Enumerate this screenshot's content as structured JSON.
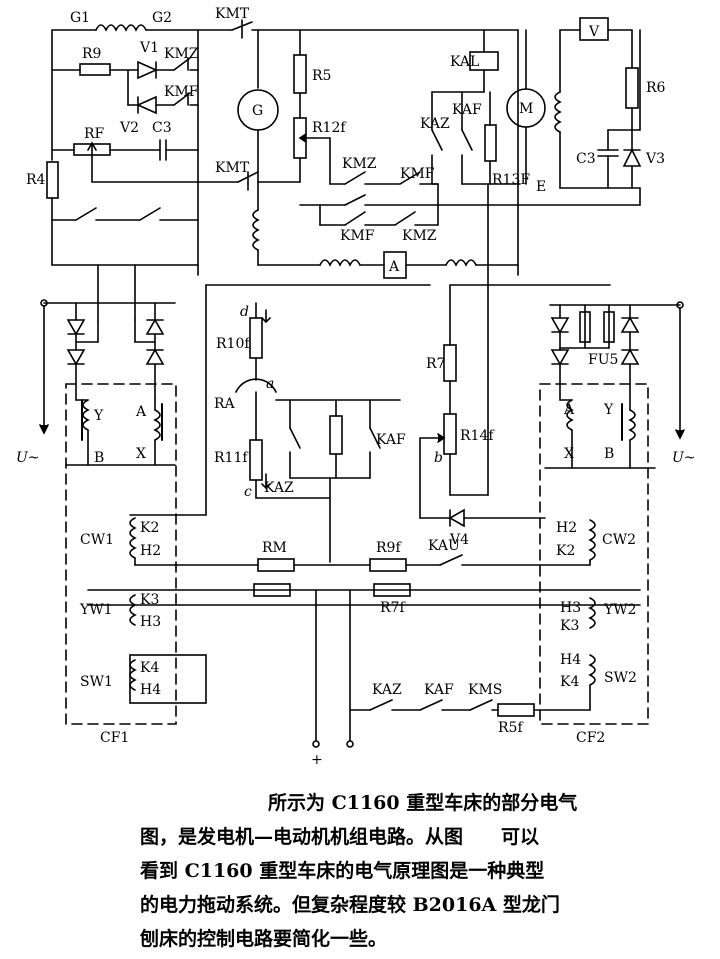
{
  "labels": {
    "G1": "G1",
    "G2": "G2",
    "KMT_top": "KMT",
    "KMT_mid": "KMT",
    "R9": "R9",
    "V1": "V1",
    "KMZ_top": "KMZ",
    "KMF_top": "KMF",
    "V2": "V2",
    "C3_left": "C3",
    "RF": "RF",
    "R4": "R4",
    "G": "G",
    "R5": "R5",
    "R12f": "R12f",
    "KAL": "KAL",
    "KAF_top": "KAF",
    "KAZ_top": "KAZ",
    "M": "M",
    "R13F": "R13F",
    "E": "E",
    "KMZ_mid": "KMZ",
    "KMF_mid": "KMF",
    "KMF_bot": "KMF",
    "KMZ_bot": "KMZ",
    "R6": "R6",
    "C3_right": "C3",
    "V3": "V3",
    "V_meter": "V",
    "A_meter": "A",
    "d": "d",
    "R10f": "R10f",
    "RA": "RA",
    "a": "a",
    "R11f": "R11f",
    "c": "c",
    "KAZ_mid": "KAZ",
    "KAF_mid": "KAF",
    "R7": "R7",
    "R14f": "R14f",
    "b": "b",
    "V4": "V4",
    "Y_left": "Y",
    "B_left": "B",
    "A_left": "A",
    "X_left": "X",
    "U_left": "U~",
    "A_right": "A",
    "X_right": "X",
    "Y_right": "Y",
    "B_right": "B",
    "U_right": "U~",
    "FU5": "FU5",
    "CW1": "CW1",
    "K2_l": "K2",
    "H2_l": "H2",
    "RM": "RM",
    "R9f": "R9f",
    "KAU": "KAU",
    "H2_r": "H2",
    "K2_r": "K2",
    "CW2": "CW2",
    "YW1": "YW1",
    "K3_l": "K3",
    "H3_l": "H3",
    "R7f": "R7f",
    "H3_r": "H3",
    "K3_r": "K3",
    "YW2": "YW2",
    "SW1": "SW1",
    "K4_l": "K4",
    "H4_l": "H4",
    "H4_r": "H4",
    "K4_r": "K4",
    "SW2": "SW2",
    "KAZ_bot": "KAZ",
    "KAF_bot": "KAF",
    "KMS": "KMS",
    "R5f": "R5f",
    "CF1": "CF1",
    "CF2": "CF2",
    "plus": "+"
  },
  "caption": [
    "所示为 C1160 重型车床的部分电气",
    "图，是发电机—电动机机组电路。从图　　可以",
    "看到 C1160 重型车床的电气原理图是一种典型",
    "的电力拖动系统。但复杂程度较 B2016A 型龙门",
    "刨床的控制电路要简化一些。"
  ]
}
